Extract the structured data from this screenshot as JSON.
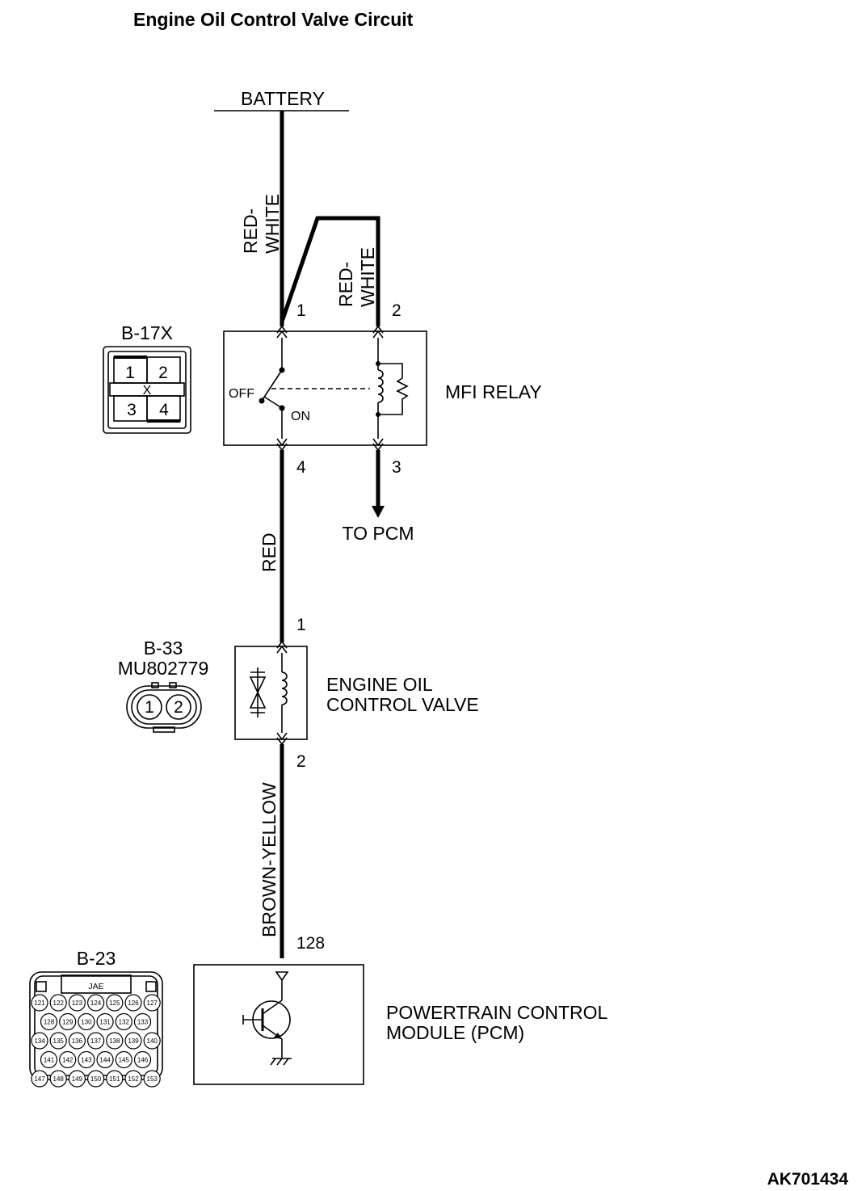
{
  "title": "Engine Oil Control Valve Circuit",
  "figure_id": "AK701434",
  "battery_label": "BATTERY",
  "to_pcm_label": "TO PCM",
  "wires": {
    "battery_to_relay": "RED-\nWHITE",
    "relay_coil_feed": "RED-\nWHITE",
    "relay_to_valve": "RED",
    "valve_to_pcm": "BROWN-YELLOW"
  },
  "relay": {
    "name": "MFI RELAY",
    "switch_off": "OFF",
    "switch_on": "ON",
    "pins": {
      "p1": "1",
      "p2": "2",
      "p3": "3",
      "p4": "4"
    }
  },
  "relay_connector": {
    "id": "B-17X",
    "cells": [
      "1",
      "2",
      "3",
      "4"
    ],
    "mark": "X"
  },
  "valve": {
    "name_line1": "ENGINE OIL",
    "name_line2": "CONTROL VALVE",
    "pins": {
      "p1": "1",
      "p2": "2"
    }
  },
  "valve_connector": {
    "id": "B-33",
    "part_no": "MU802779",
    "cells": [
      "1",
      "2"
    ]
  },
  "pcm": {
    "name_line1": "POWERTRAIN CONTROL",
    "name_line2": "MODULE (PCM)",
    "pin": "128"
  },
  "pcm_connector": {
    "id": "B-23",
    "maker": "JAE",
    "rows": [
      [
        "121",
        "122",
        "123",
        "124",
        "125",
        "126",
        "127"
      ],
      [
        "128",
        "129",
        "130",
        "131",
        "132",
        "133"
      ],
      [
        "134",
        "135",
        "136",
        "137",
        "138",
        "139",
        "140"
      ],
      [
        "141",
        "142",
        "143",
        "144",
        "145",
        "146"
      ],
      [
        "147",
        "148",
        "149",
        "150",
        "151",
        "152",
        "153"
      ]
    ]
  },
  "colors": {
    "ink": "#000000",
    "paper": "#ffffff"
  }
}
